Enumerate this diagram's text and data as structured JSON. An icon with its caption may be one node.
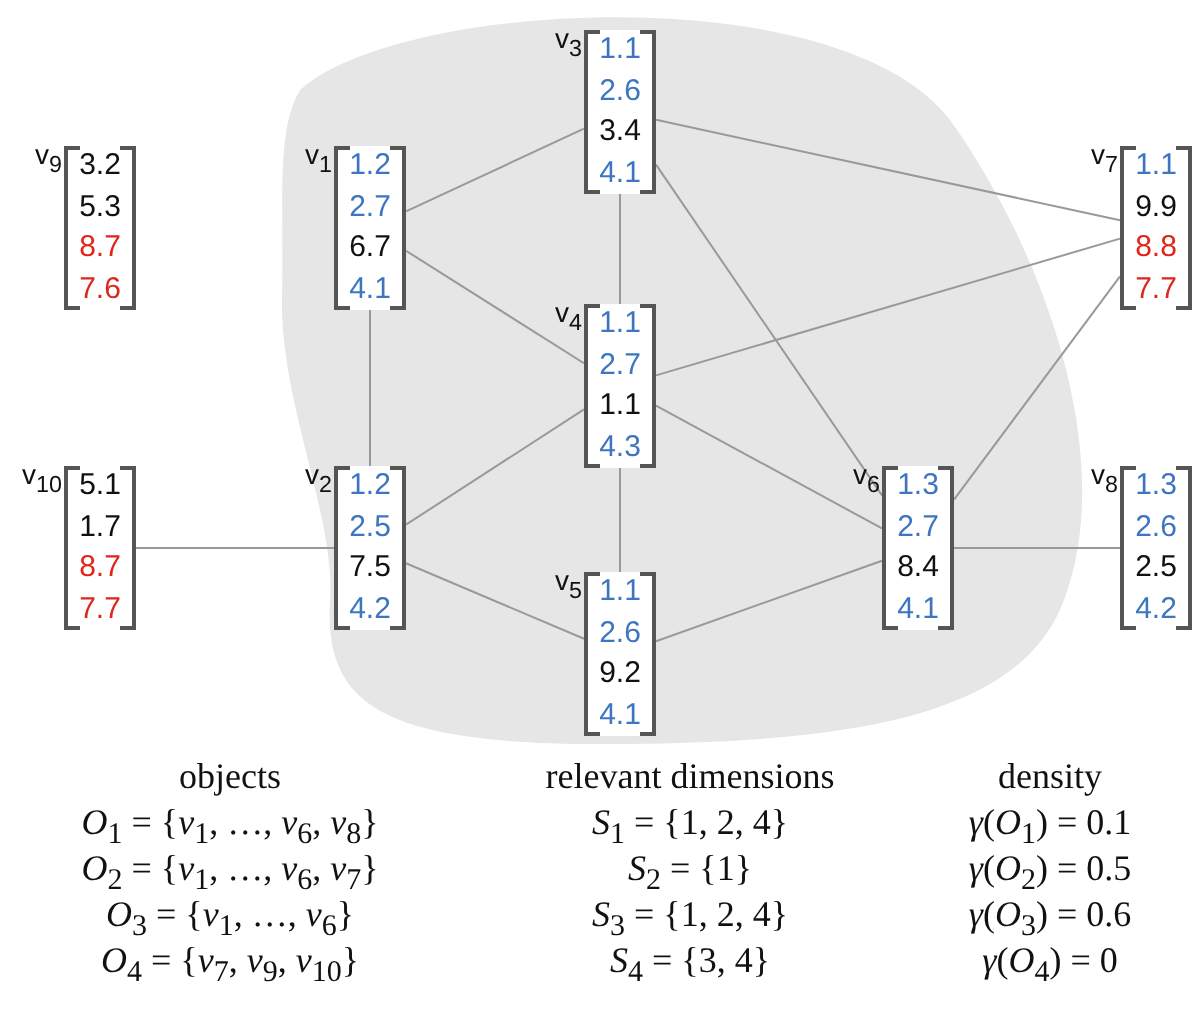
{
  "diagram": {
    "nodes": [
      {
        "text": [
          "v$_{1}$",
          "1.2",
          "2.7",
          "6.7",
          "4.1"
        ]
      },
      {
        "text": [
          "v$_{2}$",
          "1.2",
          "2.5",
          "7.5",
          "4.2"
        ]
      },
      {
        "text": [
          "v$_{3}$",
          "1.1",
          "2.6",
          "3.4",
          "4.1"
        ]
      },
      {
        "text": [
          "v$_{4}$",
          "1.1",
          "2.7",
          "1.1",
          "4.3"
        ]
      },
      {
        "text": [
          "v$_{5}$",
          "1.1",
          "2.6",
          "9.2",
          "4.1"
        ]
      },
      {
        "text": [
          "v$_{6}$",
          "1.3",
          "2.7",
          "8.4",
          "4.1"
        ]
      },
      {
        "text": [
          "v$_{7}$",
          "1.1",
          "9.9",
          "8.8",
          "7.7"
        ]
      },
      {
        "text": [
          "v$_{8}$",
          "1.3",
          "2.6",
          "2.5",
          "4.2"
        ]
      },
      {
        "text": [
          "v$_{9}$",
          "3.2",
          "5.3",
          "8.7",
          "7.6"
        ]
      },
      {
        "text": [
          "v$_{10}$",
          "5.1",
          "1.7",
          "8.7",
          "7.7"
        ]
      }
    ],
    "edges": [
      {
        "from": 0,
        "to": 2,
        "arrow": "none"
      },
      {
        "from": 0,
        "to": 3,
        "arrow": "none"
      },
      {
        "from": 0,
        "to": 1,
        "arrow": "none"
      },
      {
        "from": 2,
        "to": 3,
        "arrow": "none"
      },
      {
        "from": 2,
        "to": 6,
        "arrow": "none"
      },
      {
        "from": 2,
        "to": 5,
        "arrow": "none"
      },
      {
        "from": 3,
        "to": 6,
        "arrow": "none"
      },
      {
        "from": 3,
        "to": 5,
        "arrow": "none"
      },
      {
        "from": 3,
        "to": 1,
        "arrow": "none"
      },
      {
        "from": 3,
        "to": 4,
        "arrow": "none"
      },
      {
        "from": 9,
        "to": 1,
        "arrow": "none"
      },
      {
        "from": 1,
        "to": 4,
        "arrow": "none"
      },
      {
        "from": 4,
        "to": 5,
        "arrow": "none"
      },
      {
        "from": 5,
        "to": 6,
        "arrow": "none"
      },
      {
        "from": 5,
        "to": 7,
        "arrow": "none"
      }
    ],
    "labels": [
      "objects",
      "relevant dimensions",
      "density",
      "*O*$_{1}$ = {*v*$_{1}$, …, *v*$_{6}$, *v*$_{8}$}",
      "*S*$_{1}$ = {1, 2, 4}",
      "*γ*(*O*$_{1}$) = 0.1",
      "*O*$_{2}$ = {*v*$_{1}$, …, *v*$_{6}$, *v*$_{7}$}",
      "*S*$_{2}$ = {1}",
      "*γ*(*O*$_{2}$) = 0.5",
      "*O*$_{3}$ = {*v*$_{1}$, …, *v*$_{6}$}",
      "*S*$_{3}$ = {1, 2, 4}",
      "*γ*(*O*$_{3}$) = 0.6",
      "*O*$_{4}$ = {*v*$_{7}$, *v*$_{9}$, *v*$_{10}$}",
      "*S*$_{4}$ = {3, 4}",
      "*γ*(*O*$_{4}$) = 0"
    ]
  }
}
